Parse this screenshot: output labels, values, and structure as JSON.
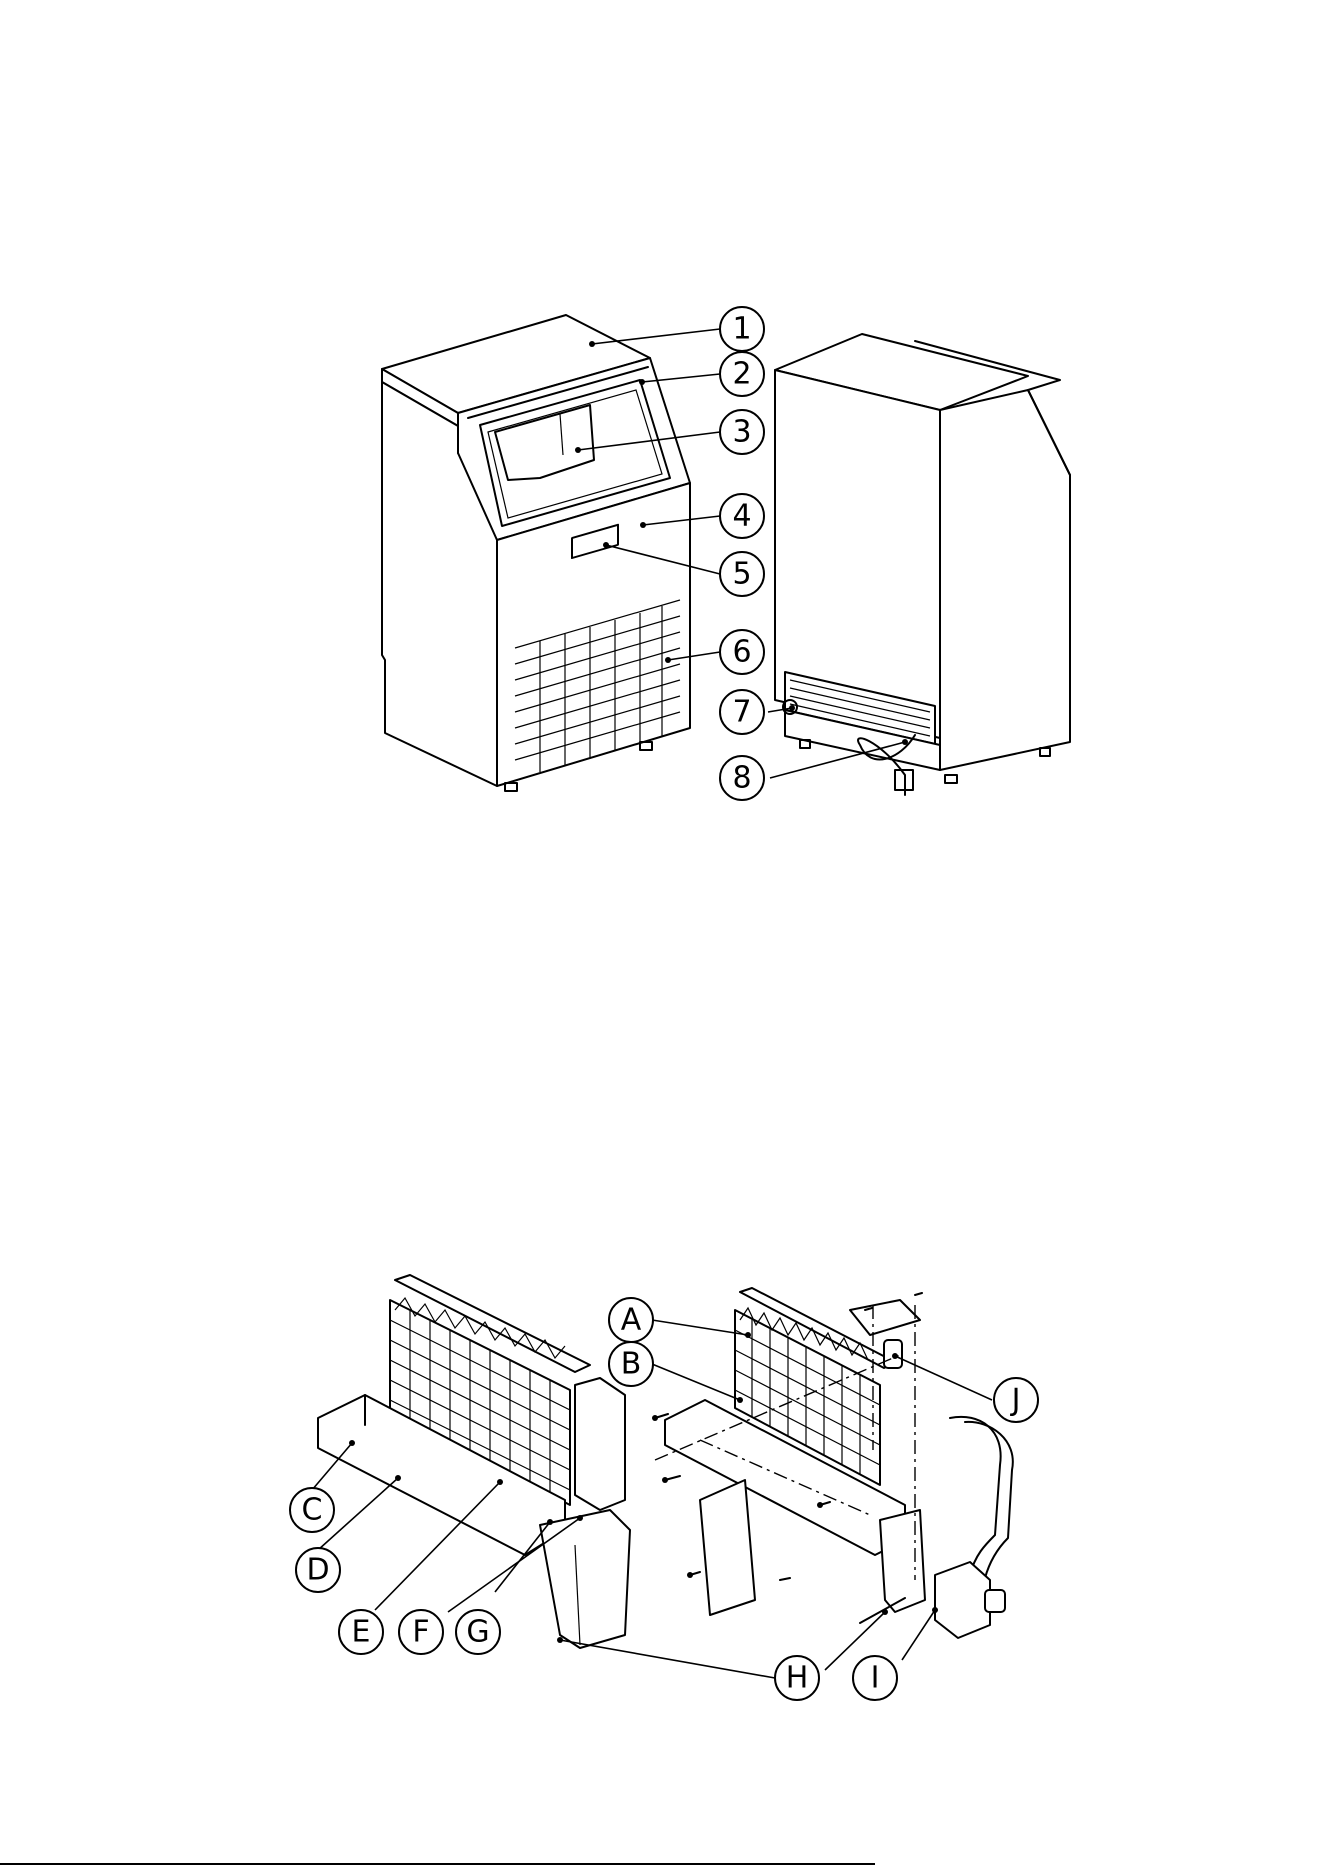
{
  "callouts": {
    "c1": "1",
    "c2": "2",
    "c3": "3",
    "c4": "4",
    "c5": "5",
    "c6": "6",
    "c7": "7",
    "c8": "8",
    "cA": "A",
    "cB": "B",
    "cC": "C",
    "cD": "D",
    "cE": "E",
    "cF": "F",
    "cG": "G",
    "cH": "H",
    "cI": "I",
    "cJ": "J"
  }
}
